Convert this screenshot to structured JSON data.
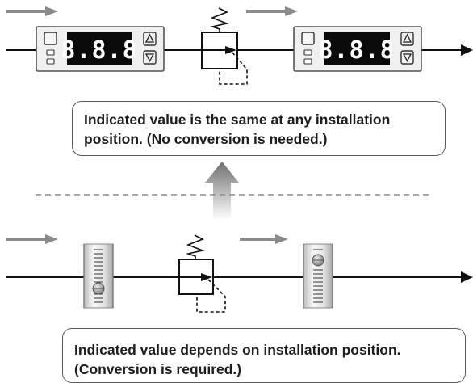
{
  "colors": {
    "line": "#111111",
    "flow_arrow": "#8a8a8a",
    "display_bg": "#0a0a0a",
    "display_digits": "#ffffff",
    "panel": "#f0f0f0",
    "panel_border": "#555555",
    "up_arrow_top": "#6f6f6f",
    "up_arrow_bottom": "#ffffff",
    "dashed_divider": "#8a8a8a",
    "tube_glass": "#e6e6e6",
    "float": "#a5a5a5"
  },
  "icons": {
    "display_button_up": "triangle-up-icon",
    "display_button_down": "triangle-down-icon",
    "regulator": "pressure-regulator-icon",
    "flow_direction": "arrow-right-icon",
    "float": "float-ball-icon"
  },
  "top_section": {
    "display_reading": "8.8.8",
    "callout_line1": "Indicated value is the same at any installation",
    "callout_line2": "position. (No conversion is needed.)"
  },
  "bottom_section": {
    "callout_line1": "Indicated value depends on installation position.",
    "callout_line2": "(Conversion is required.)"
  }
}
